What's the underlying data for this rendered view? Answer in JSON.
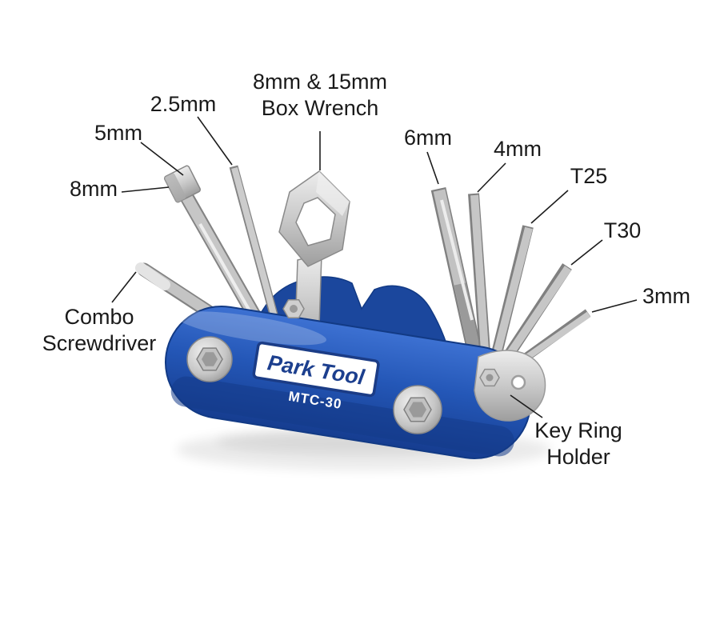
{
  "page": {
    "background": "#ffffff"
  },
  "product": {
    "brand": "Park Tool",
    "model": "MTC-30"
  },
  "callouts": {
    "hex8": "8mm",
    "hex5": "5mm",
    "hex2_5": "2.5mm",
    "box_wrench": {
      "line1": "8mm & 15mm",
      "line2": "Box Wrench"
    },
    "hex6": "6mm",
    "hex4": "4mm",
    "t25": "T25",
    "t30": "T30",
    "hex3": "3mm",
    "combo": {
      "line1": "Combo",
      "line2": "Screwdriver"
    },
    "keyring": {
      "line1": "Key Ring",
      "line2": "Holder"
    }
  },
  "colors": {
    "body_blue": "#2457b7",
    "logo_navy": "#1c3f8e",
    "steel": "#c9c9c9",
    "label_text": "#1a1a1a"
  }
}
